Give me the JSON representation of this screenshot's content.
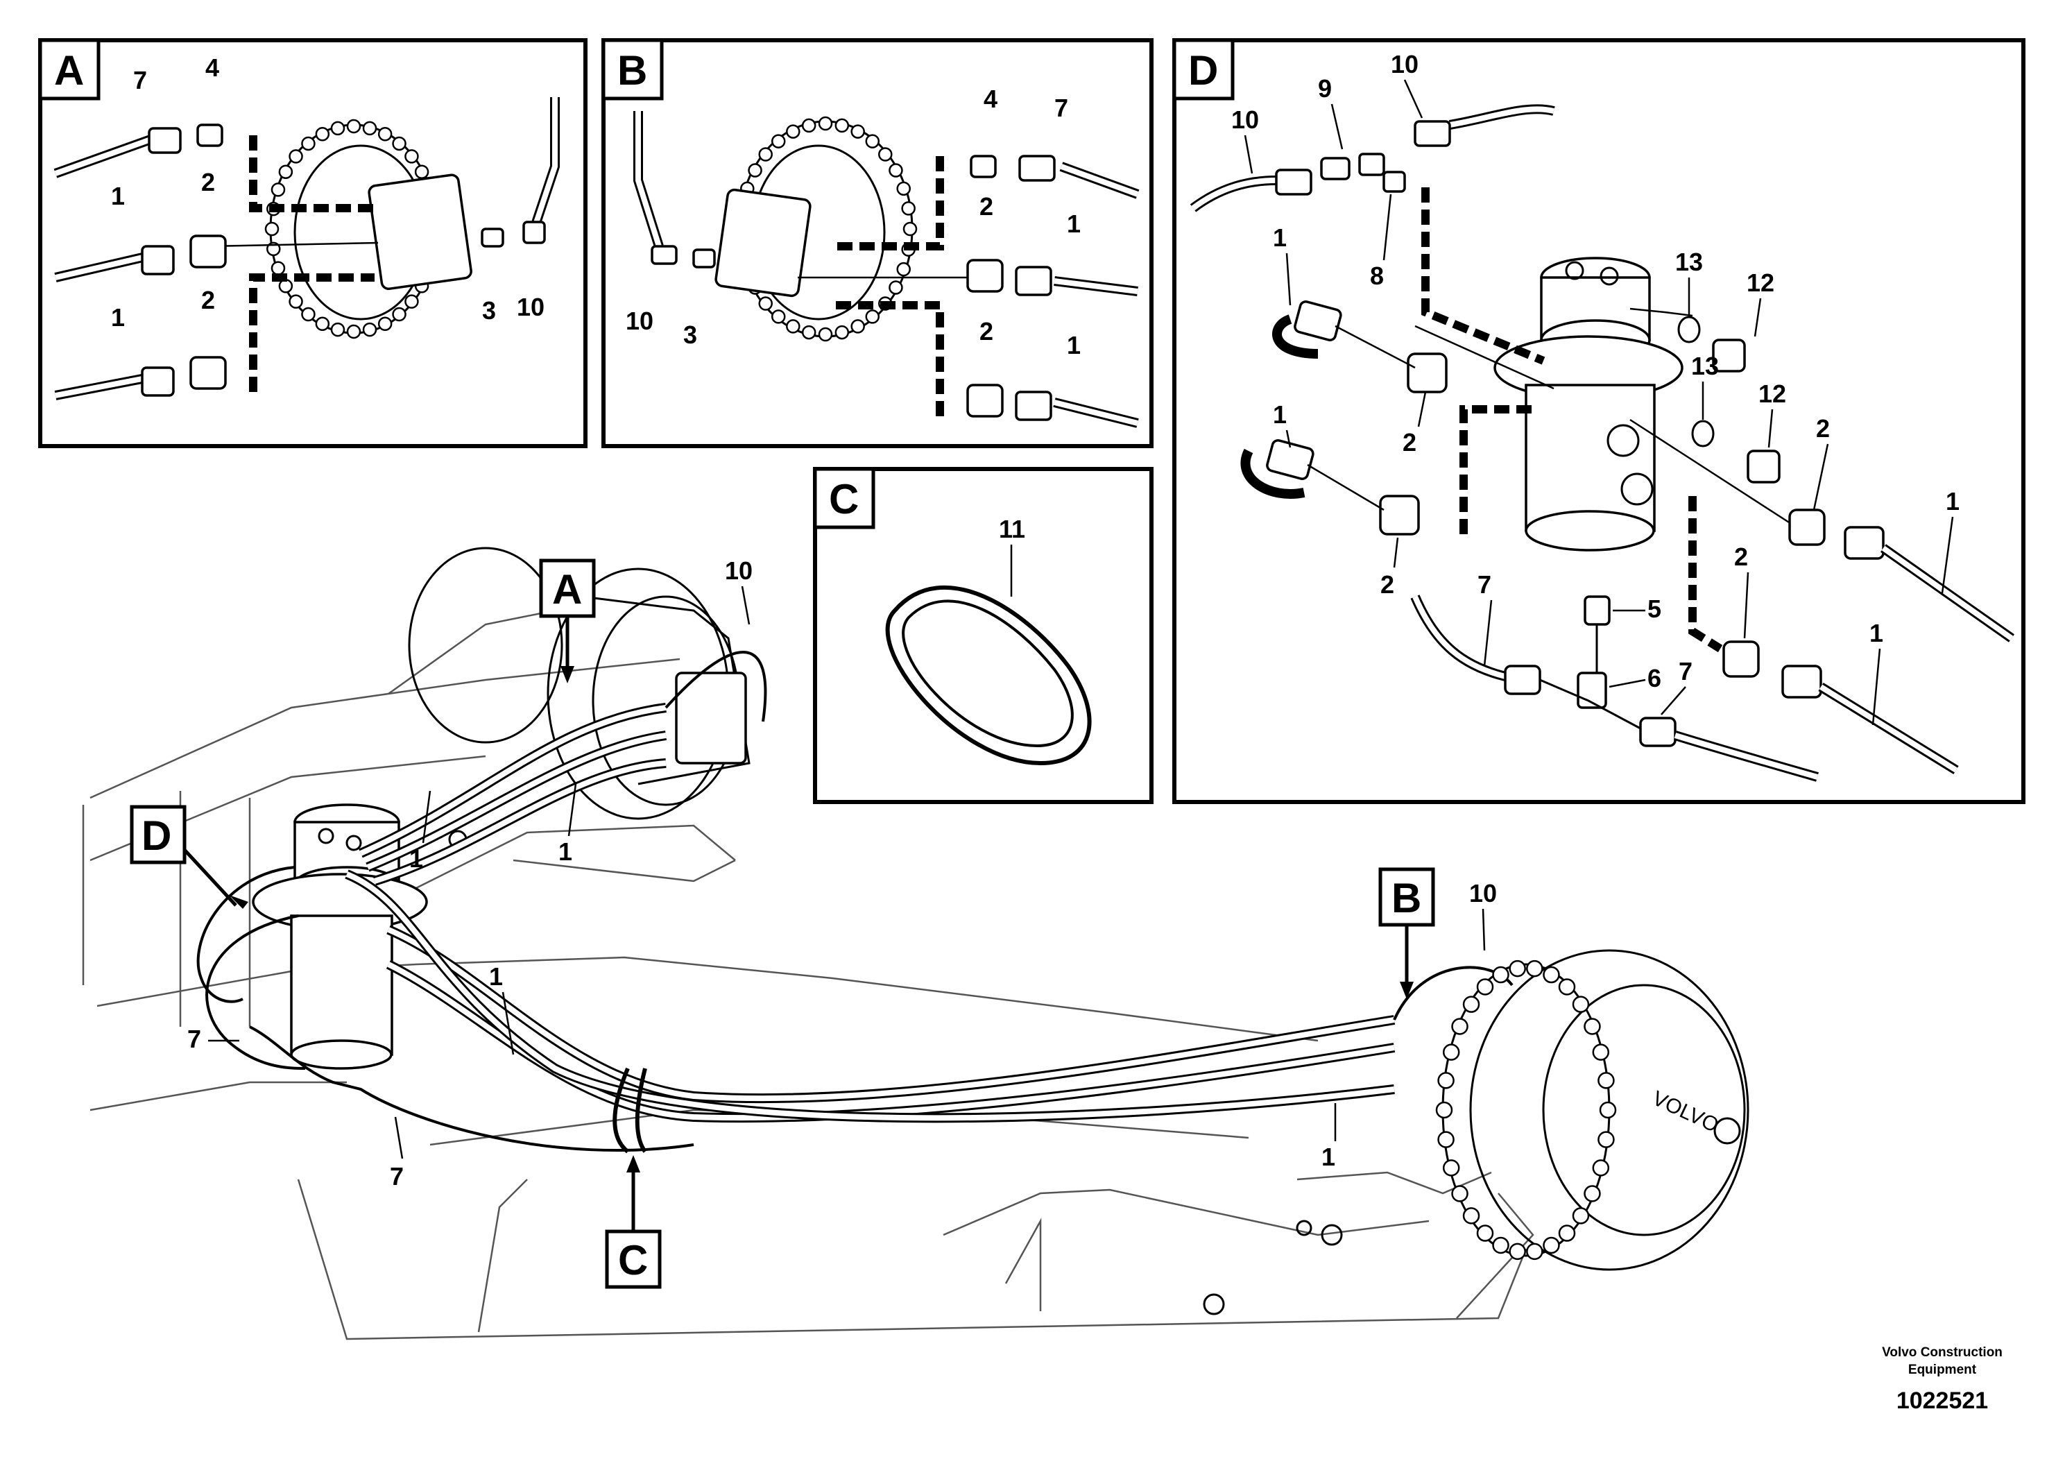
{
  "panels": {
    "A": {
      "label": "A",
      "parts": [
        "7",
        "4",
        "1",
        "2",
        "1",
        "2",
        "3",
        "10"
      ]
    },
    "B": {
      "label": "B",
      "parts": [
        "4",
        "7",
        "2",
        "1",
        "2",
        "1",
        "10",
        "3"
      ]
    },
    "C": {
      "label": "C",
      "parts": [
        "11"
      ]
    },
    "D": {
      "label": "D",
      "parts": [
        "10",
        "9",
        "10",
        "1",
        "8",
        "13",
        "12",
        "13",
        "12",
        "2",
        "1",
        "2",
        "5",
        "2",
        "1",
        "7",
        "6",
        "2",
        "7",
        "1"
      ]
    }
  },
  "overview": {
    "callouts": {
      "A": "A",
      "B": "B",
      "C": "C",
      "D": "D"
    },
    "parts": [
      "10",
      "1",
      "1",
      "1",
      "7",
      "7",
      "10",
      "1"
    ],
    "motor_text": "VOLVO"
  },
  "footer": {
    "brand_line1": "Volvo Construction",
    "brand_line2": "Equipment",
    "doc_number": "1022521"
  }
}
